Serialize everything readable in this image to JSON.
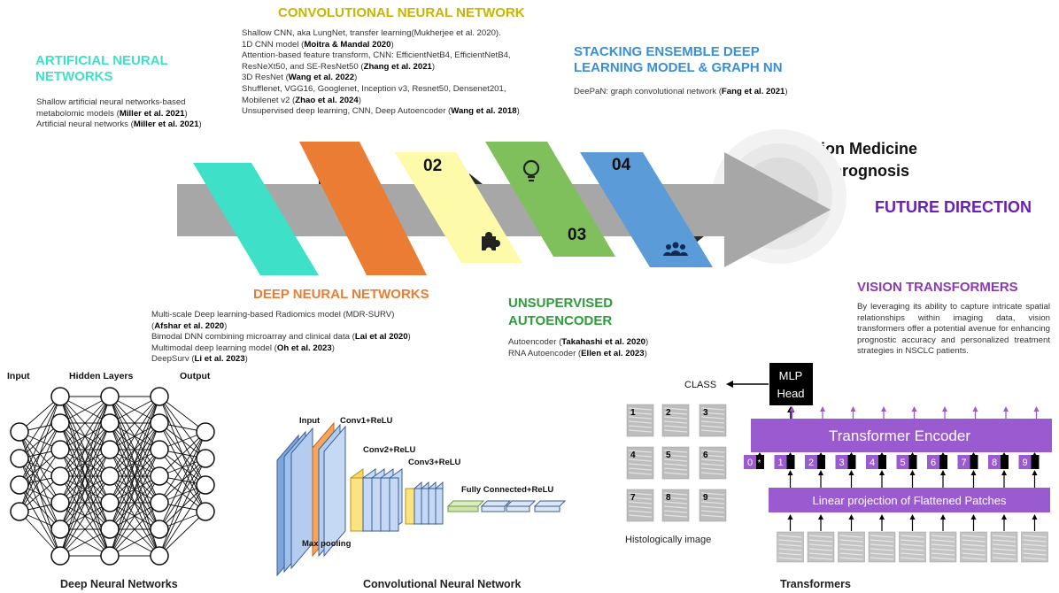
{
  "colors": {
    "ann": "#3fe0c8",
    "cnn": "#c9b400",
    "dnn": "#ea7c33",
    "unsup": "#2f9c3a",
    "stack": "#3a8fd4",
    "vit": "#8b3ab6",
    "future": "#6b1fb5",
    "purple": "#9b5bd0"
  },
  "ann": {
    "title1": "ARTIFICIAL NEURAL",
    "title2": "NETWORKS",
    "lines": [
      {
        "pre": "Shallow artificial neural networks-based",
        "b": "",
        "post": ""
      },
      {
        "pre": "metabolomic models (",
        "b": "Miller et al. 2021",
        "post": ")"
      },
      {
        "pre": "Artificial neural networks (",
        "b": "Miller et al. 2021",
        "post": ")"
      }
    ]
  },
  "cnn": {
    "title": "CONVOLUTIONAL NEURAL NETWORK",
    "lines": [
      {
        "pre": "Shallow CNN, aka LungNet, transfer learning(Mukherjee et al. 2020).",
        "b": "",
        "post": ""
      },
      {
        "pre": "1D CNN model (",
        "b": "Moitra & Mandal 2020",
        "post": ")"
      },
      {
        "pre": "Attention-based feature transform, CNN: EfficientNetB4, EfficientNetB4,",
        "b": "",
        "post": ""
      },
      {
        "pre": "ResNeXt50, and SE-ResNet50 (",
        "b": "Zhang et al. 2021",
        "post": ")"
      },
      {
        "pre": "3D ResNet (",
        "b": "Wang et al. 2022",
        "post": ")"
      },
      {
        "pre": "Shufflenet, VGG16, Googlenet, Inception v3, Resnet50, Densenet201,",
        "b": "",
        "post": ""
      },
      {
        "pre": "Mobilenet v2 (",
        "b": "Zhao et al. 2024",
        "post": ")"
      },
      {
        "pre": "Unsupervised deep learning, CNN, Deep Autoencoder (",
        "b": "Wang et al. 2018",
        "post": ")"
      }
    ]
  },
  "stack": {
    "title1": "STACKING ENSEMBLE DEEP",
    "title2": "LEARNING MODEL & GRAPH NN",
    "lines": [
      {
        "pre": "DeePaN: graph convolutional network (",
        "b": "Fang et al. 2021",
        "post": ")"
      }
    ]
  },
  "precision": {
    "line1": "Precision Medicine",
    "line2": "NSCLC prognosis"
  },
  "future": "FUTURE DIRECTION",
  "numbers": {
    "n02": "02",
    "n03": "03",
    "n04": "04"
  },
  "dnn": {
    "title": "DEEP NEURAL NETWORKS",
    "lines": [
      {
        "pre": "Multi-scale Deep learning-based Radiomics model (MDR-SURV)",
        "b": "",
        "post": ""
      },
      {
        "pre": "(",
        "b": "Afshar et al. 2020",
        "post": ")"
      },
      {
        "pre": "Bimodal DNN combining microarray and clinical data (",
        "b": "Lai et al 2020",
        "post": ")"
      },
      {
        "pre": "Multimodal deep learning model (",
        "b": "Oh et al. 2023",
        "post": ")"
      },
      {
        "pre": "DeepSurv (",
        "b": "Li et al. 2023",
        "post": ")"
      }
    ]
  },
  "unsup": {
    "title1": "UNSUPERVISED",
    "title2": "AUTOENCODER",
    "lines": [
      {
        "pre": "Autoencoder (",
        "b": "Takahashi et al. 2020",
        "post": ")"
      },
      {
        "pre": "RNA Autoencoder (",
        "b": "Ellen et al. 2023",
        "post": ")"
      }
    ]
  },
  "vit": {
    "title": "VISION TRANSFORMERS",
    "text": "By leveraging its ability to capture intricate spatial relationships within imaging data, vision transformers offer a potential avenue for enhancing prognostic accuracy and personalized treatment strategies in NSCLC patients."
  },
  "nn": {
    "input": "Input",
    "hidden": "Hidden Layers",
    "output": "Output",
    "caption": "Deep Neural Networks"
  },
  "cnnfig": {
    "input": "Input",
    "conv1": "Conv1+ReLU",
    "conv2": "Conv2+ReLU",
    "conv3": "Conv3+ReLU",
    "fc": "Fully Connected+ReLU",
    "maxpool": "Max pooling",
    "caption": "Convolutional Neural Network"
  },
  "transformer": {
    "class": "CLASS",
    "mlp1": "MLP",
    "mlp2": "Head",
    "encoder": "Transformer Encoder",
    "linear": "Linear projection of Flattened Patches",
    "histo": "Histologically image",
    "caption": "Transformers",
    "tokens": [
      "0",
      "1",
      "2",
      "3",
      "4",
      "5",
      "6",
      "7",
      "8",
      "9"
    ],
    "cls_mark": "*",
    "grid": [
      "1",
      "2",
      "3",
      "4",
      "5",
      "6",
      "7",
      "8",
      "9"
    ]
  }
}
